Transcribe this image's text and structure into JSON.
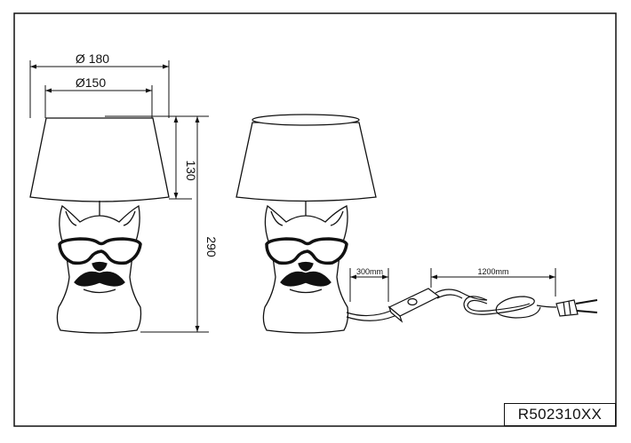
{
  "dimensions": {
    "shade_top_diameter": "Ø 180",
    "shade_bottom_diameter": "Ø150",
    "shade_height": "130",
    "total_height": "290",
    "cable_to_switch": "300mm",
    "switch_to_plug": "1200mm"
  },
  "product_code": "R502310XX"
}
